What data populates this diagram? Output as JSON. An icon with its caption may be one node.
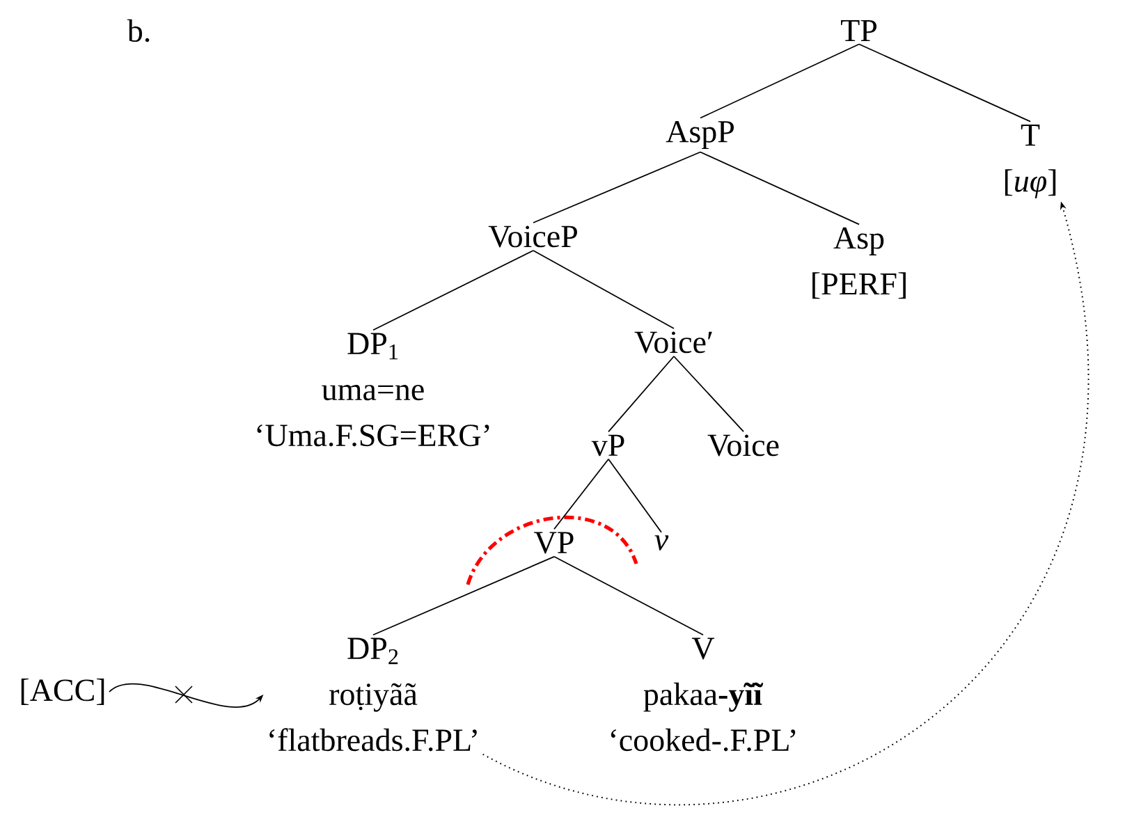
{
  "diagram": {
    "nodes": [
      {
        "text": [
          "TP"
        ]
      },
      {
        "text": [
          "AspP"
        ]
      },
      {
        "text": [
          "T",
          "[*uφ*]"
        ]
      },
      {
        "text": [
          "VoiceP"
        ]
      },
      {
        "text": [
          "Asp",
          "[PERF]"
        ]
      },
      {
        "text": [
          "DP$_{1}$",
          "uma=ne",
          "‘Uma.F.SG=ERG’"
        ]
      },
      {
        "text": [
          "Voice′"
        ]
      },
      {
        "text": [
          "vP"
        ]
      },
      {
        "text": [
          "Voice"
        ]
      },
      {
        "text": [
          "VP"
        ]
      },
      {
        "text": [
          "v"
        ]
      },
      {
        "text": [
          "DP$_{2}$",
          "roṭiyãã",
          "‘flatbreads.F.PL’"
        ]
      },
      {
        "text": [
          "V",
          "pakaa**-yĩĩ**",
          "‘cooked-.F.PL’"
        ]
      },
      {
        "text": [
          "[ACC]"
        ]
      }
    ],
    "edges": [
      {
        "from": 0,
        "to": 1,
        "arrow": "none"
      },
      {
        "from": 0,
        "to": 2,
        "arrow": "none"
      },
      {
        "from": 1,
        "to": 3,
        "arrow": "none"
      },
      {
        "from": 1,
        "to": 4,
        "arrow": "none"
      },
      {
        "from": 3,
        "to": 5,
        "arrow": "none"
      },
      {
        "from": 3,
        "to": 6,
        "arrow": "none"
      },
      {
        "from": 6,
        "to": 7,
        "arrow": "none"
      },
      {
        "from": 6,
        "to": 8,
        "arrow": "none"
      },
      {
        "from": 7,
        "to": 9,
        "arrow": "none"
      },
      {
        "from": 7,
        "to": 10,
        "arrow": "none"
      },
      {
        "from": 9,
        "to": 11,
        "arrow": "none"
      },
      {
        "from": 9,
        "to": 12,
        "arrow": "none"
      },
      {
        "from": 13,
        "to": 11,
        "arrow": "to"
      },
      {
        "from": 11,
        "to": 2,
        "arrow": "to",
        "style": "dashed"
      }
    ],
    "labels": [
      "b."
    ]
  }
}
